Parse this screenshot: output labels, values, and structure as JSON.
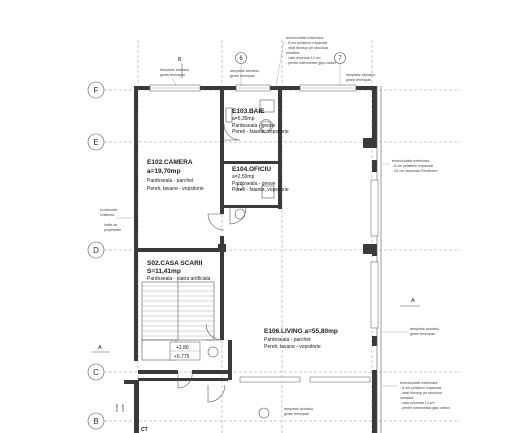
{
  "grid_axes": [
    "F",
    "E",
    "D",
    "C",
    "B"
  ],
  "rooms": {
    "e103": {
      "name": "E103.BAIE",
      "area": "a=6,35mp",
      "floor": "Pardoseala - gresie",
      "walls": "Pereti - faianta, vopsitorie"
    },
    "e102": {
      "name": "E102.CAMERA",
      "area": "a=19,70mp",
      "floor": "Pardoseala - parchet",
      "walls": "Pereti, tavane - vopsitorie"
    },
    "e104": {
      "name": "E104.OFICIU",
      "area": "a=2,50mp",
      "floor": "Pardoseala - gresie",
      "walls": "Pereti - faianta, vopsitorie"
    },
    "s02": {
      "name": "S02.CASA SCARII",
      "area": "S=11,41mp",
      "floor": "Pardoseala - piatra artificiala"
    },
    "e106": {
      "name": "E106.LIVING a=55,80mp",
      "floor": "Pardoseala - parchet",
      "walls": "Pereti, tavane - vopsitorie"
    }
  },
  "levels": {
    "top": "+2.80",
    "bottom": "+5.775"
  },
  "section_marks": {
    "a_top": "A",
    "a_left": "A",
    "b_top": "B"
  },
  "markers": {
    "m6": "6",
    "m7": "7"
  },
  "notes": {
    "top_left": [
      "tamplarie aluminiu,",
      "geam termopan"
    ],
    "top_center": [
      "tamplarie aluminiu,",
      "geam termopan"
    ],
    "top_right": [
      "tamplarie aluminiu,",
      "geam termopan"
    ],
    "wall_top": [
      "termoizolatie exterioara",
      "- 8 cm polistiren expandat",
      "- strat fibrotop pe structura",
      "metalica",
      "- vata minerala 10 cm",
      "- perete intermediar gips carton"
    ],
    "wall_right": [
      "termoizolatie exterioara",
      "- 8 cm polistiren expandat",
      "- 20 cm caramida Porotherm"
    ],
    "left_constr": [
      "constructie",
      "existenta"
    ],
    "left_limit": [
      "limita de",
      "proprietate"
    ],
    "right_mid": [
      "tamplarie aluminiu,",
      "geam termopan"
    ],
    "bottom_right": [
      "termoizolatie exterioara",
      "- 8 cm polistiren expandat",
      "- strat fibrotop pe structura",
      "metalica",
      "- vata minerala 10 cm",
      "- perete intermediar gips carton"
    ],
    "bottom_center": [
      "tamplarie aluminiu,",
      "geam termopan"
    ],
    "limit_vert": "limita",
    "zone_vert": "curte",
    "ct": "CT"
  }
}
